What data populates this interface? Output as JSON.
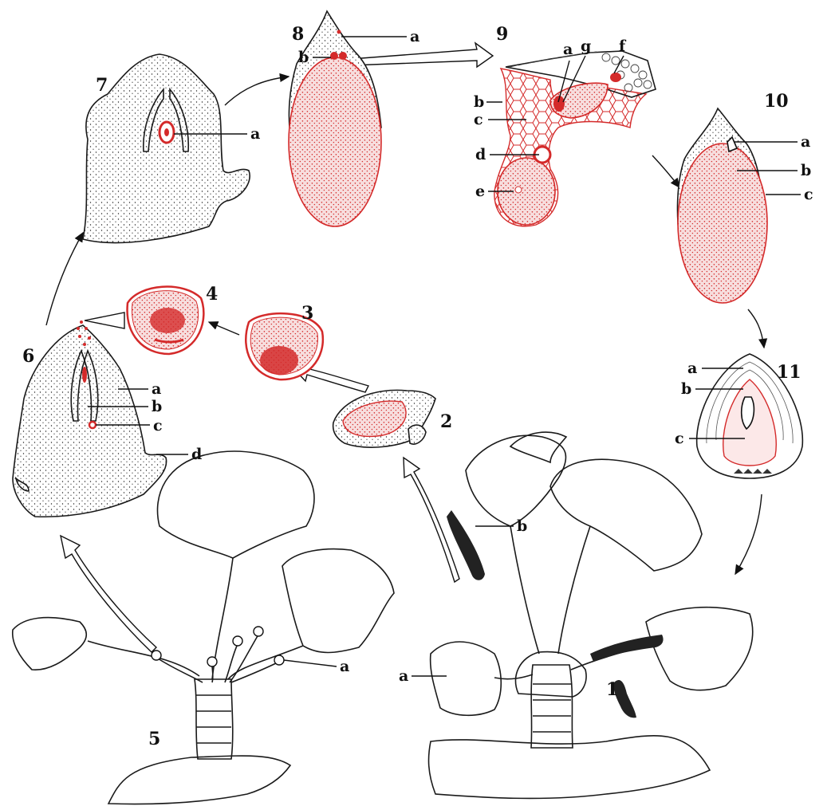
{
  "figure_numbers": [
    "1",
    "2",
    "3",
    "4",
    "5",
    "6",
    "7",
    "8",
    "9",
    "10",
    "11"
  ],
  "labels": {
    "fig1": {
      "a": "a",
      "b": "b"
    },
    "fig5": {
      "a": "a"
    },
    "fig6": {
      "a": "a",
      "b": "b",
      "c": "c",
      "d": "d"
    },
    "fig7": {
      "a": "a"
    },
    "fig8": {
      "a": "a",
      "b": "b"
    },
    "fig9": {
      "a": "a",
      "g": "g",
      "f": "f",
      "b": "b",
      "c": "c",
      "d": "d",
      "e": "e"
    },
    "fig10": {
      "a": "a",
      "b": "b",
      "c": "c"
    },
    "fig11": {
      "a": "a",
      "b": "b",
      "c": "c"
    }
  },
  "colors": {
    "ink": "#1a1a1a",
    "highlight": "#d42a2a",
    "stipple_light": "#f6d7d7",
    "paper": "#ffffff",
    "soil": "#f7f3ee"
  }
}
